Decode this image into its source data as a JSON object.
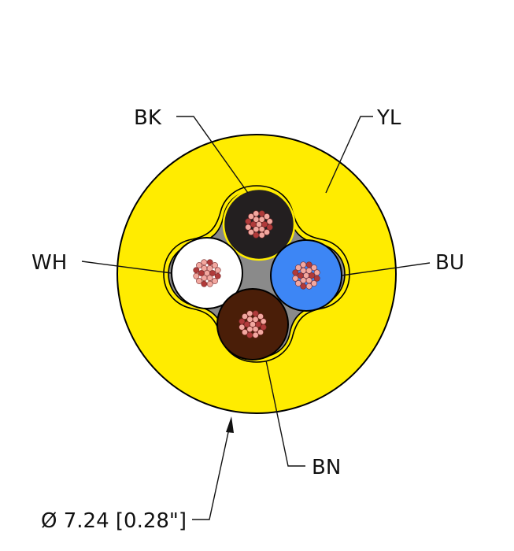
{
  "diagram": {
    "labels": {
      "black": "BK",
      "yellow": "YL",
      "white": "WH",
      "blue": "BU",
      "brown": "BN",
      "diameter": "Ø 7.24 [0.28\"]"
    },
    "colors": {
      "jacket": "#ffec00",
      "filler": "#8a8a8a",
      "black_core": "#231f20",
      "white_core": "#ffffff",
      "blue_core": "#3d86f5",
      "brown_core": "#4a1e08",
      "strand_light": "#f2a8a0",
      "strand_dark": "#b03a3a"
    }
  }
}
